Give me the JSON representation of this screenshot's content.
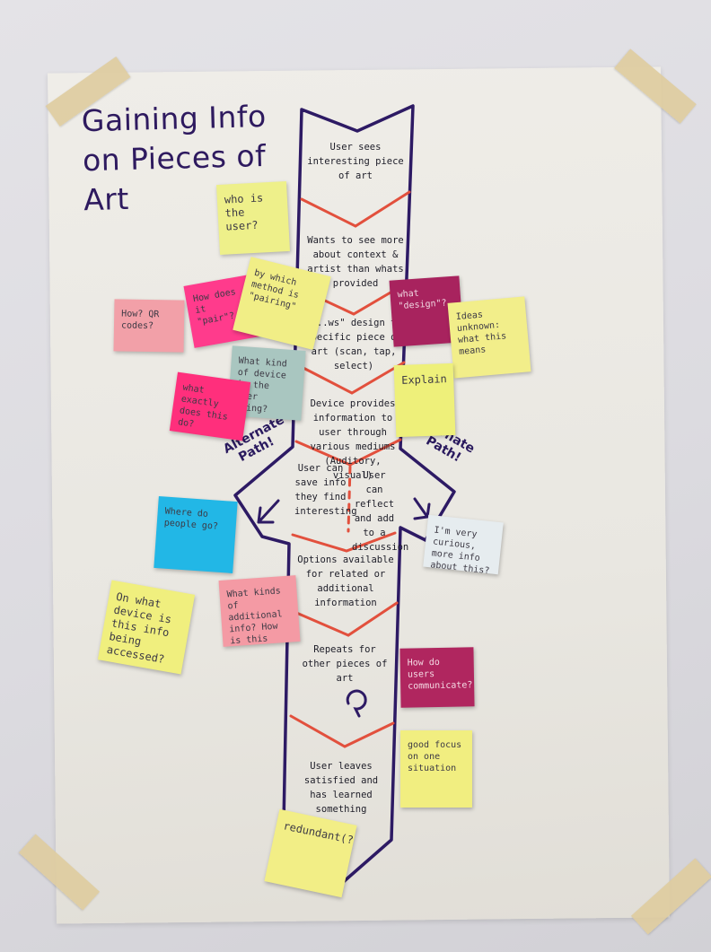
{
  "poster": {
    "title_line1": "Gaining Info",
    "title_line2": "on Pieces of Art"
  },
  "flow_steps": [
    "User sees interesting piece of art",
    "Wants to see more about context & artist than whats provided",
    "\"...ws\" design to specific piece of art (scan, tap, select)",
    "Device provides information to user through various mediums (Auditory, visual)",
    "User can save info they find interesting",
    "User can reflect and add to a discussion",
    "Options available for related or additional information",
    "Repeats for other pieces of art",
    "User leaves satisfied and has learned something"
  ],
  "alternate_path_labels": {
    "left": "Alternate Path!",
    "right": "...rnate Path!"
  },
  "sticky_notes": [
    {
      "text": "who is the user?",
      "color": "#eef08a"
    },
    {
      "text": "How? QR codes?",
      "color": "#f2a0a8"
    },
    {
      "text": "How does it \"pair\"?",
      "color": "#ff3b8c"
    },
    {
      "text": "by which method is \"pairing\"",
      "color": "#f1ee86"
    },
    {
      "text": "what \"design\"?",
      "color": "#a8235e"
    },
    {
      "text": "Ideas unknown: what this means",
      "color": "#f2ee8a"
    },
    {
      "text": "What kind of device is the user using?",
      "color": "#a9c6c0"
    },
    {
      "text": "what exactly does this do?",
      "color": "#ff2f7c"
    },
    {
      "text": "Explain",
      "color": "#eef07a"
    },
    {
      "text": "Where do people go?",
      "color": "#22b7e6"
    },
    {
      "text": "I'm very curious, more info about this?",
      "color": "#e6ecef"
    },
    {
      "text": "What kinds of additional info? How is this accessed?",
      "color": "#f49aa4"
    },
    {
      "text": "On what device is this info being accessed?",
      "color": "#f0ef7e"
    },
    {
      "text": "How do users communicate?",
      "color": "#b0265f"
    },
    {
      "text": "good focus on one situation",
      "color": "#f1ee80"
    },
    {
      "text": "redundant(?)",
      "color": "#f2ee86"
    }
  ]
}
